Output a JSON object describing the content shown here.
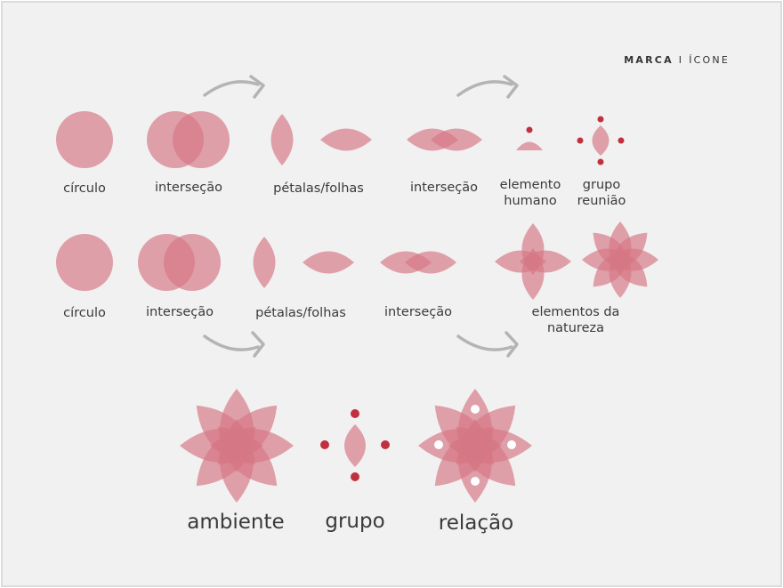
{
  "brand": {
    "marca": "MARCA",
    "separator": "I",
    "icone": "ÍCONE"
  },
  "row1": {
    "circulo": "círculo",
    "intersecao_1": "interseção",
    "petalas": "pétalas/folhas",
    "intersecao_2": "interseção",
    "elemento_humano": [
      "elemento",
      "humano"
    ],
    "grupo_reuniao": [
      "grupo",
      "reunião"
    ]
  },
  "row2": {
    "circulo": "círculo",
    "intersecao_1": "interseção",
    "petalas": "pétalas/folhas",
    "intersecao_2": "interseção",
    "elementos_natureza": [
      "elementos da",
      "natureza"
    ]
  },
  "final": {
    "ambiente": "ambiente",
    "grupo": "grupo",
    "relacao": "relação"
  },
  "colors": {
    "shape_fill": "#d67884",
    "dot": "#c0313f",
    "arrow": "#b4b4b4",
    "background": "#f1f1f1",
    "border": "#dcdcdc"
  }
}
